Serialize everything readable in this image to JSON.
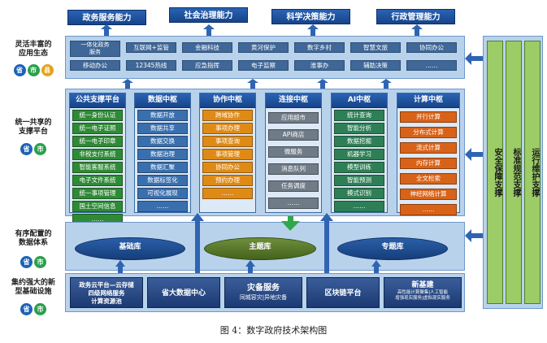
{
  "top_tags": [
    "政务服务能力",
    "社会治理能力",
    "科学决策能力",
    "行政管理能力"
  ],
  "app_layer": {
    "title": "灵活丰富的\n应用生态",
    "badges": [
      "省",
      "市",
      "县"
    ],
    "row1": [
      "一体化政务\n服务",
      "互联网+监管",
      "金融科技",
      "黄河保护",
      "数字乡村",
      "智慧文旅",
      "协同办公"
    ],
    "row2": [
      "移动办公",
      "12345热线",
      "应急指挥",
      "电子监察",
      "淮事办",
      "辅助决策",
      "……"
    ]
  },
  "support_layer": {
    "title": "统一共享的\n支撑平台",
    "badges": [
      "省",
      "市"
    ],
    "columns": [
      {
        "head": "公共支撑平台",
        "items": [
          "统一身份认证",
          "统一电子证照",
          "统一电子印章",
          "非税支付系统",
          "智能客服系统",
          "电子文件系统",
          "统一事项管理",
          "国土空间信息",
          "……"
        ]
      },
      {
        "head": "数据中枢",
        "items": [
          "数据开放",
          "数据共享",
          "数据交换",
          "数据治理",
          "数据汇聚",
          "数据标签化",
          "可视化展现",
          "……"
        ]
      },
      {
        "head": "协作中枢",
        "items": [
          "跨域协作",
          "事项办理",
          "事项查询",
          "事项管理",
          "协同办公",
          "预约办理",
          "……"
        ]
      },
      {
        "head": "连接中枢",
        "items": [
          "应用超市",
          "API商店",
          "微服务",
          "消息队列",
          "任务调度",
          "……"
        ]
      },
      {
        "head": "AI中枢",
        "items": [
          "统计查询",
          "智能分析",
          "数据挖掘",
          "机器学习",
          "模型训练",
          "智能预测",
          "模式识别",
          "……"
        ]
      },
      {
        "head": "计算中枢",
        "items": [
          "并行计算",
          "分布式计算",
          "流式计算",
          "内存计算",
          "全文检索",
          "神经网络计算",
          "……"
        ]
      }
    ]
  },
  "side_bars": [
    "安全保障支撑",
    "标准规范支撑",
    "运行维护支撑"
  ],
  "data_layer": {
    "title": "有序配置的\n数据体系",
    "badges": [
      "省",
      "市"
    ],
    "dbs": [
      "基础库",
      "主题库",
      "专题库"
    ]
  },
  "infra_layer": {
    "title": "集约强大的新\n型基础设施",
    "badges": [
      "省",
      "市"
    ],
    "blocks": [
      {
        "main": "政务云平台—云存储\n四级网络服务\n计算资源池",
        "sub": ""
      },
      {
        "main": "省大数据中心",
        "sub": ""
      },
      {
        "main": "灾备服务",
        "sub": "同城容灾|异地灾备"
      },
      {
        "main": "区块链平台",
        "sub": ""
      },
      {
        "main": "新基建",
        "sub": "高性能计算聚集|人工智能\n增强现实服务|虚拟现实服务"
      }
    ]
  },
  "caption": "图 4：数字政府技术架构图"
}
